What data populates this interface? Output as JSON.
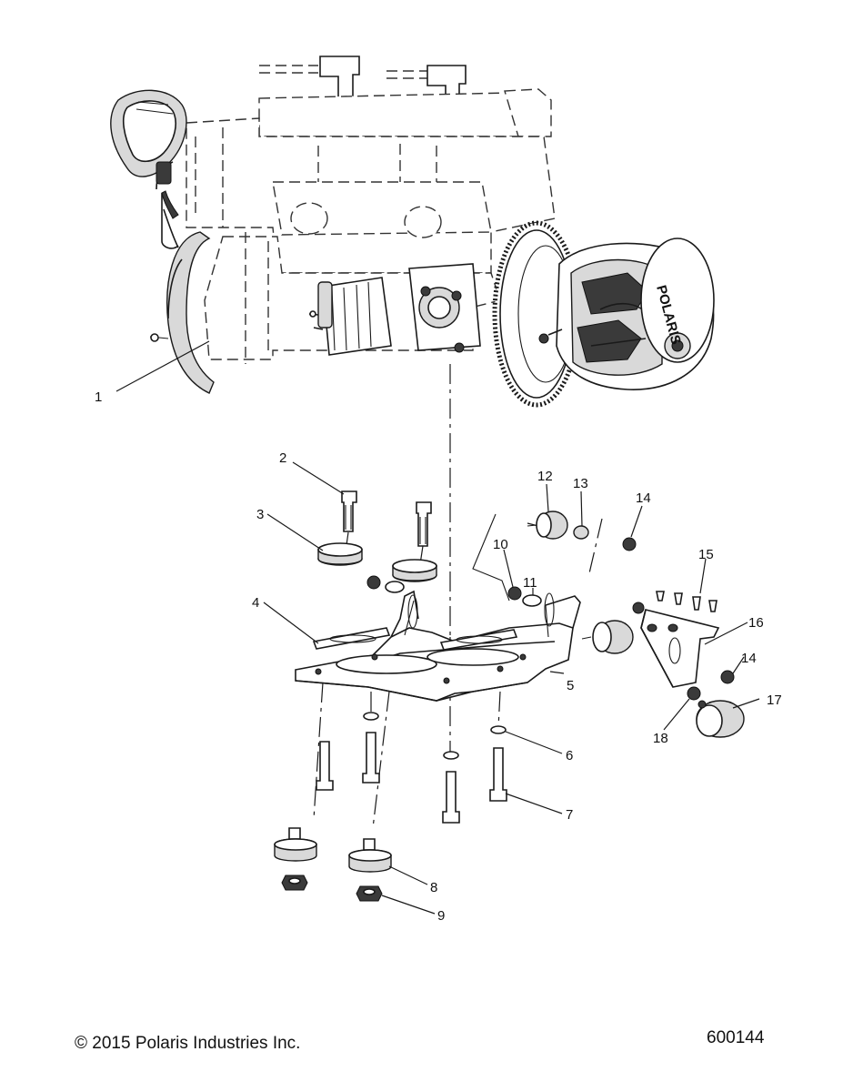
{
  "callouts": [
    {
      "id": "1",
      "label": "1"
    },
    {
      "id": "2",
      "label": "2"
    },
    {
      "id": "3",
      "label": "3"
    },
    {
      "id": "4",
      "label": "4"
    },
    {
      "id": "5",
      "label": "5"
    },
    {
      "id": "6",
      "label": "6"
    },
    {
      "id": "7",
      "label": "7"
    },
    {
      "id": "8",
      "label": "8"
    },
    {
      "id": "9",
      "label": "9"
    },
    {
      "id": "10",
      "label": "10"
    },
    {
      "id": "11",
      "label": "11"
    },
    {
      "id": "12",
      "label": "12"
    },
    {
      "id": "13",
      "label": "13"
    },
    {
      "id": "14a",
      "label": "14"
    },
    {
      "id": "14b",
      "label": "14"
    },
    {
      "id": "15",
      "label": "15"
    },
    {
      "id": "16",
      "label": "16"
    },
    {
      "id": "17",
      "label": "17"
    },
    {
      "id": "18",
      "label": "18"
    }
  ],
  "footer": {
    "copyright": "© 2015 Polaris Industries Inc.",
    "drawing_number": "600144"
  },
  "clutch_brand": "POLARIS"
}
